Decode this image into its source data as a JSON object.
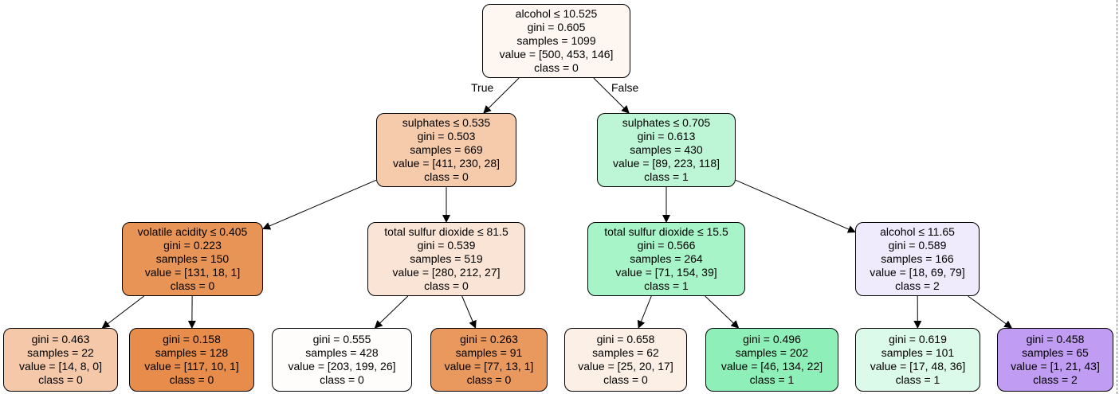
{
  "edge_labels": {
    "true_label": "True",
    "false_label": "False"
  },
  "nodes": [
    {
      "id": "n0",
      "lines": [
        "alcohol ≤ 10.525",
        "gini = 0.605",
        "samples = 1099",
        "value = [500, 453, 146]",
        "class = 0"
      ],
      "color": "#fef6f1"
    },
    {
      "id": "n1",
      "lines": [
        "sulphates ≤ 0.535",
        "gini = 0.503",
        "samples = 669",
        "value = [411, 230, 28]",
        "class = 0"
      ],
      "color": "#f5cbac"
    },
    {
      "id": "n2",
      "lines": [
        "sulphates ≤ 0.705",
        "gini = 0.613",
        "samples = 430",
        "value = [89, 223, 118]",
        "class = 1"
      ],
      "color": "#bdf6d6"
    },
    {
      "id": "n3",
      "lines": [
        "volatile acidity ≤ 0.405",
        "gini = 0.223",
        "samples = 150",
        "value = [131, 18, 1]",
        "class = 0"
      ],
      "color": "#e99457"
    },
    {
      "id": "n4",
      "lines": [
        "total sulfur dioxide ≤ 81.5",
        "gini = 0.539",
        "samples = 519",
        "value = [280, 212, 27]",
        "class = 0"
      ],
      "color": "#fae4d5"
    },
    {
      "id": "n5",
      "lines": [
        "total sulfur dioxide ≤ 15.5",
        "gini = 0.566",
        "samples = 264",
        "value = [71, 154, 39]",
        "class = 1"
      ],
      "color": "#a6f4c8"
    },
    {
      "id": "n6",
      "lines": [
        "alcohol ≤ 11.65",
        "gini = 0.589",
        "samples = 166",
        "value = [18, 69, 79]",
        "class = 2"
      ],
      "color": "#f0eafd"
    },
    {
      "id": "n7",
      "lines": [
        "gini = 0.463",
        "samples = 22",
        "value = [14, 8, 0]",
        "class = 0"
      ],
      "color": "#f4c8a8"
    },
    {
      "id": "n8",
      "lines": [
        "gini = 0.158",
        "samples = 128",
        "value = [117, 10, 1]",
        "class = 0"
      ],
      "color": "#e78c4a"
    },
    {
      "id": "n9",
      "lines": [
        "gini = 0.555",
        "samples = 428",
        "value = [203, 199, 26]",
        "class = 0"
      ],
      "color": "#fffdfb"
    },
    {
      "id": "n10",
      "lines": [
        "gini = 0.263",
        "samples = 91",
        "value = [77, 13, 1]",
        "class = 0"
      ],
      "color": "#ea995e"
    },
    {
      "id": "n11",
      "lines": [
        "gini = 0.658",
        "samples = 62",
        "value = [25, 20, 17]",
        "class = 0"
      ],
      "color": "#fcefe6"
    },
    {
      "id": "n12",
      "lines": [
        "gini = 0.496",
        "samples = 202",
        "value = [46, 134, 22]",
        "class = 1"
      ],
      "color": "#8ef0b8"
    },
    {
      "id": "n13",
      "lines": [
        "gini = 0.619",
        "samples = 101",
        "value = [17, 48, 36]",
        "class = 1"
      ],
      "color": "#dcfae9"
    },
    {
      "id": "n14",
      "lines": [
        "gini = 0.458",
        "samples = 65",
        "value = [1, 21, 43]",
        "class = 2"
      ],
      "color": "#c09cf2"
    }
  ],
  "edges": [
    [
      "n0",
      "n1"
    ],
    [
      "n0",
      "n2"
    ],
    [
      "n1",
      "n3"
    ],
    [
      "n1",
      "n4"
    ],
    [
      "n2",
      "n5"
    ],
    [
      "n2",
      "n6"
    ],
    [
      "n3",
      "n7"
    ],
    [
      "n3",
      "n8"
    ],
    [
      "n4",
      "n9"
    ],
    [
      "n4",
      "n10"
    ],
    [
      "n5",
      "n11"
    ],
    [
      "n5",
      "n12"
    ],
    [
      "n6",
      "n13"
    ],
    [
      "n6",
      "n14"
    ]
  ]
}
